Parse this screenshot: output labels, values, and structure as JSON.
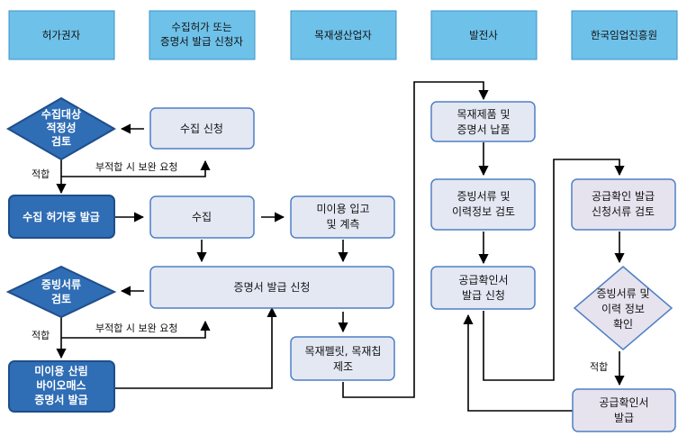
{
  "header": {
    "columns": [
      "허가권자",
      "수집허가 또는 증명서 발급 신청자",
      "목재생산업자",
      "발전사",
      "한국임업진흥원"
    ]
  },
  "nodes": {
    "n1": "수집대상 적정성 검토",
    "n2": "수집 신청",
    "n3": "수집 허가증 발급",
    "n4": "수집",
    "n5": "미이용 입고 및 계측",
    "n6": "증빙서류 검토",
    "n7": "증명서 발급 신청",
    "n8": "미이용 산림 바이오매스 증명서 발급",
    "n9": "목재펠릿, 목재칩 제조",
    "n10": "목재제품 및 증명서 납품",
    "n11": "증빙서류 및 이력정보 검토",
    "n12": "공급확인서 발급 신청",
    "n13": "공급확인 발급 신청서류 검토",
    "n14": "증빙서류 및 이력 정보 확인",
    "n15": "공급확인서 발급"
  },
  "labels": {
    "pass1": "적합",
    "fail1": "부적합 시 보완 요청",
    "pass2": "적합",
    "fail2": "부적합 시 보완 요청",
    "pass3": "적합"
  },
  "colors": {
    "header_fill": "#6EC1E9",
    "node_fill": "#E3E8F3",
    "node_stroke": "#4F7FC4",
    "strong_fill": "#2F6DB5",
    "strong_stroke": "#1F4E8A",
    "node2_fill": "#E6E3EE"
  }
}
